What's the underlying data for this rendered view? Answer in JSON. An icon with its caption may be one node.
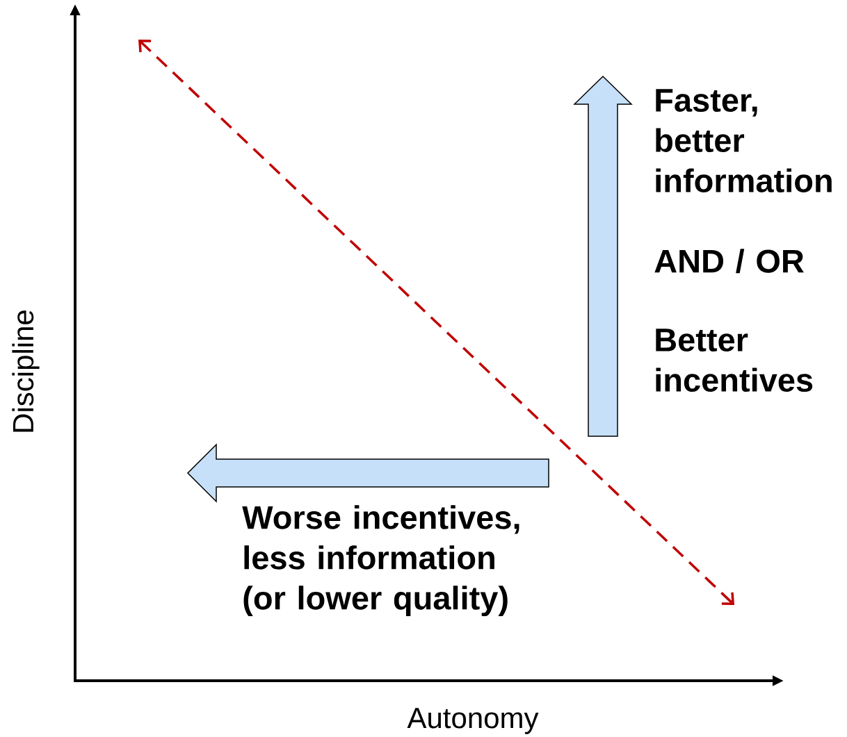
{
  "diagram": {
    "labels": [
      "Faster, better information",
      "AND / OR",
      "Better incentives",
      "Worse incentives, less information (or lower quality)",
      "Discipline",
      "Autonomy"
    ]
  }
}
